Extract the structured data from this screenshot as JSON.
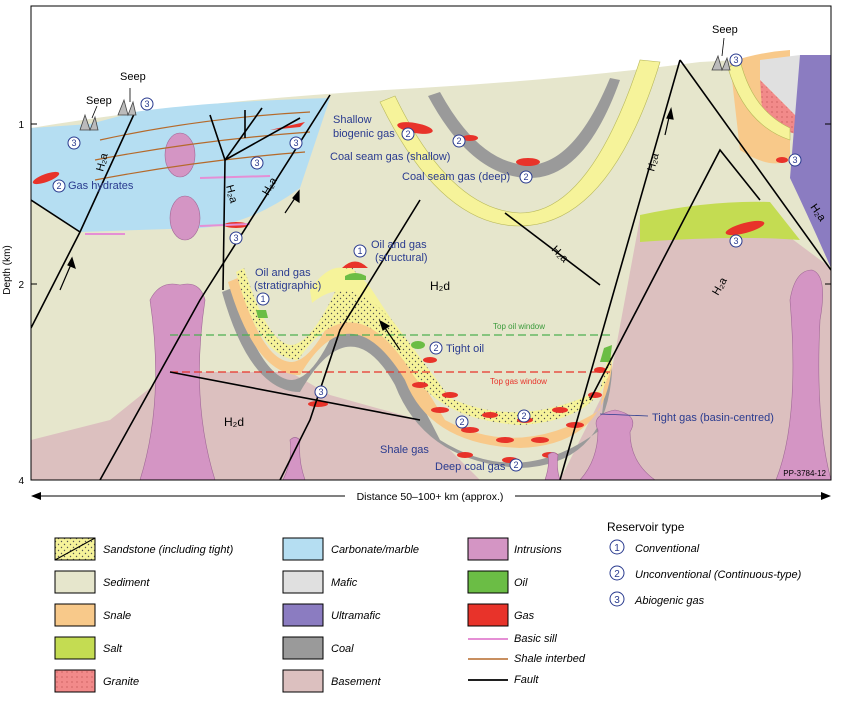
{
  "y_axis": {
    "title": "Depth (km)",
    "ticks": [
      "1",
      "2",
      "4"
    ]
  },
  "x_axis": {
    "title": "Distance 50–100+ km (approx.)"
  },
  "figure_id": "PP-3784-12",
  "labels": {
    "seep_left": "Seep",
    "seep_mid": "Seep",
    "seep_right": "Seep",
    "gas_hydrates": "Gas hydrates",
    "shallow_biogenic_1": "Shallow",
    "shallow_biogenic_2": "biogenic gas",
    "coal_seam_shallow": "Coal seam gas (shallow)",
    "coal_seam_deep": "Coal seam gas (deep)",
    "oil_gas_structural_1": "Oil and gas",
    "oil_gas_structural_2": "(structural)",
    "oil_gas_strat_1": "Oil and gas",
    "oil_gas_strat_2": "(stratigraphic)",
    "tight_oil": "Tight oil",
    "top_oil_window": "Top oil window",
    "top_gas_window": "Top gas window",
    "tight_gas": "Tight gas (basin-centred)",
    "shale_gas": "Shale gas",
    "deep_coal_gas": "Deep coal gas",
    "h2d_center": "H₂d",
    "h2d_lower": "H₂d",
    "h2a": "H₂a"
  },
  "markers": {
    "one": "1",
    "two": "2",
    "three": "3"
  },
  "legend": {
    "col1": [
      {
        "label": "Sandstone (including tight)",
        "color": "#f6f39a"
      },
      {
        "label": "Sediment",
        "color": "#e6e6cc"
      },
      {
        "label": "Snale",
        "color": "#f8c98a"
      },
      {
        "label": "Salt",
        "color": "#c4dc52"
      },
      {
        "label": "Granite",
        "color": "#f28a8a"
      }
    ],
    "col2": [
      {
        "label": "Carbonate/marble",
        "color": "#b5def2"
      },
      {
        "label": "Mafic",
        "color": "#e0e0e0"
      },
      {
        "label": "Ultramafic",
        "color": "#8b7cc1"
      },
      {
        "label": "Coal",
        "color": "#9a9a9a"
      },
      {
        "label": "Basement",
        "color": "#dcc0bf"
      }
    ],
    "col3": [
      {
        "label": "Intrusions",
        "color": "#d495c4"
      },
      {
        "label": "Oil",
        "color": "#6bbd45"
      },
      {
        "label": "Gas",
        "color": "#e8332a"
      },
      {
        "label": "Basic sill",
        "color": "#e58fd5"
      },
      {
        "label": "Shale interbed",
        "color": "#b56a2b"
      },
      {
        "label": "Fault",
        "color": "#000000"
      }
    ],
    "reservoir_title": "Reservoir type",
    "reservoir": [
      {
        "num": "1",
        "label": "Conventional"
      },
      {
        "num": "2",
        "label": "Unconventional (Continuous-type)"
      },
      {
        "num": "3",
        "label": "Abiogenic gas"
      }
    ]
  }
}
